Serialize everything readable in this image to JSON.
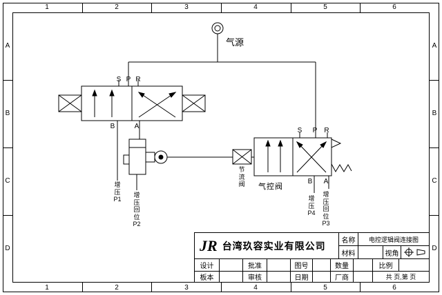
{
  "frame": {
    "columns": [
      "1",
      "2",
      "3",
      "4",
      "5",
      "6"
    ],
    "rows": [
      "A",
      "B",
      "C",
      "D"
    ]
  },
  "schematic": {
    "air_source_label": "气源",
    "valve1": {
      "s": "S",
      "p": "P",
      "r": "R",
      "b": "B",
      "a": "A"
    },
    "valve2": {
      "s": "S",
      "p": "P",
      "r": "R",
      "b": "B",
      "a": "A"
    },
    "label_p1": "增\n压\nP1",
    "label_p2": "增\n压\n回\n位\nP2",
    "label_p4": "增\n压\nP4",
    "label_p3": "增\n压\n回\n位\nP3",
    "throttle_label": "节\n流\n阀",
    "pilot_valve_label": "气控阀"
  },
  "title_block": {
    "logo": "JR",
    "company": "台湾玖容实业有限公司",
    "name_label": "名称",
    "name_value": "电控逻辑阀连接图",
    "material_label": "材料",
    "view_label": "视角",
    "design_label": "设计",
    "approve_label": "批准",
    "drawing_no_label": "图号",
    "qty_label": "数量",
    "scale_label": "比例",
    "version_label": "板本",
    "review_label": "审核",
    "date_label": "日期",
    "vendor_label": "厂商",
    "pages_label": "共 页,第 页"
  }
}
